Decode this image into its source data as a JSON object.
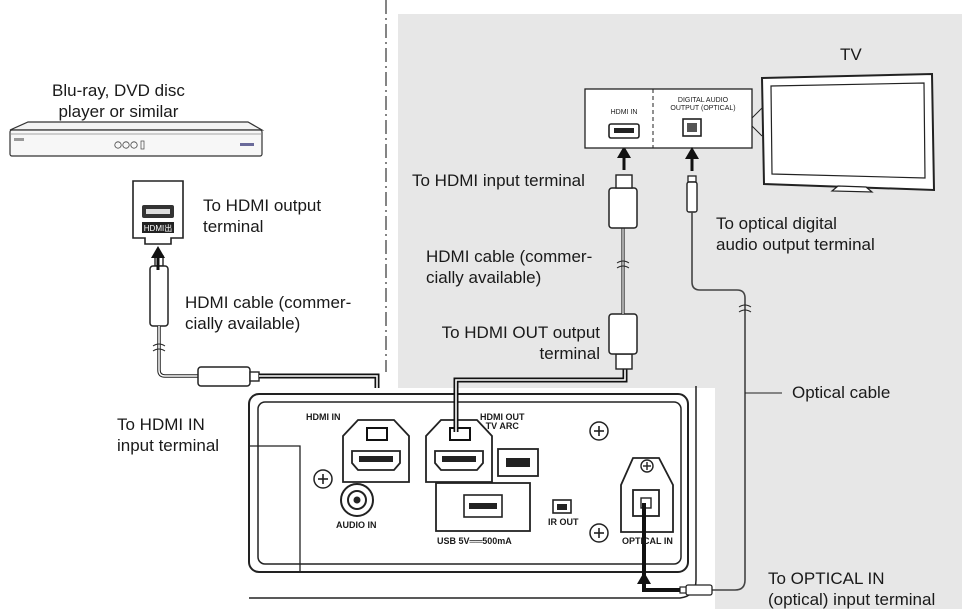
{
  "devices": {
    "player_label_line1": "Blu-ray, DVD disc",
    "player_label_line2": "player or similar",
    "player_port_label": "HDMI出力",
    "tv_label": "TV",
    "tv_hdmi_port_label": "HDMI IN",
    "tv_optical_port_label_line1": "DIGITAL AUDIO",
    "tv_optical_port_label_line2": "OUTPUT (OPTICAL)"
  },
  "callouts": {
    "player_hdmi_out_line1": "To HDMI output",
    "player_hdmi_out_line2": "terminal",
    "left_cable_line1": "HDMI cable (commer-",
    "left_cable_line2": "cially available)",
    "hdmi_in_line1": "To HDMI IN",
    "hdmi_in_line2": "input terminal",
    "tv_hdmi_input": "To HDMI input terminal",
    "right_cable_line1": "HDMI cable (commer-",
    "right_cable_line2": "cially available)",
    "hdmi_out_line1": "To HDMI OUT output",
    "hdmi_out_line2": "terminal",
    "tv_optical_line1": "To optical digital",
    "tv_optical_line2": "audio output terminal",
    "optical_cable": "Optical cable",
    "optical_in_line1": "To OPTICAL  IN",
    "optical_in_line2": "(optical) input terminal"
  },
  "unit_panel": {
    "hdmi_in": "HDMI IN",
    "hdmi_out_line1": "HDMI OUT",
    "hdmi_out_line2": "TV ARC",
    "audio_in": "AUDIO IN",
    "usb": "USB  5V══500mA",
    "ir_out": "IR OUT",
    "optical_in": "OPTICAL IN"
  }
}
